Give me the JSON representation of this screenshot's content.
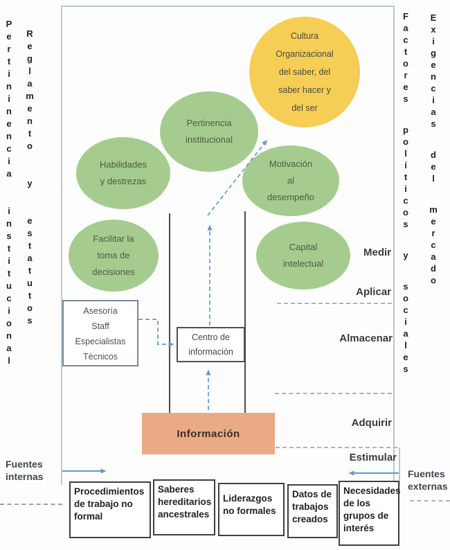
{
  "diagram": {
    "vertical_labels": {
      "left_outer": "Pertininencia institucional",
      "left_inner": "Reglamento y estatutos",
      "right_inner": "Factores políticos y sociales",
      "right_outer": "Exigencias del mercado"
    },
    "bubbles": [
      {
        "name": "cultura-organizacional",
        "text": "Cultura\nOrganizacional\ndel saber, del\nsaber hacer y\ndel ser"
      },
      {
        "name": "pertinencia-institucional",
        "text": "Pertinencia\ninstitucional"
      },
      {
        "name": "habilidades-destrezas",
        "text": "Habilidades\ny destrezas"
      },
      {
        "name": "motivacion-desempeno",
        "text": "Motivación\nal\ndesempeño"
      },
      {
        "name": "facilitar-toma-decisiones",
        "text": "Facilitar la\ntoma de\ndecisiones"
      },
      {
        "name": "capital-intelectual",
        "text": "Capital\nintelectual"
      }
    ],
    "boxes": {
      "asesoria": "Asesoría\nStaff\nEspecialistas\nTécnicos",
      "centro": "Centro de\ninformación",
      "informacion": "Información"
    },
    "process_labels": [
      "Medir",
      "Aplicar",
      "Almacenar",
      "Adquirir",
      "Estimular"
    ],
    "sources": {
      "internal": "Fuentes\ninternas",
      "external": "Fuentes\nexternas"
    },
    "bottom_boxes": [
      "Procedimientos\nde trabajo no\nformal",
      "Saberes\nhereditarios\nancestrales",
      "Liderazgos\nno formales",
      "Datos de\ntrabajos\ncreados",
      "Necesidades\nde los\ngrupos de\ninterés"
    ],
    "colors": {
      "bubble_green": "#A5CC8E",
      "bubble_yellow": "#F6CE55",
      "info_salmon": "#EAAA84",
      "arrow_blue": "#5B9BD5",
      "trunk_gray": "#4a4a4a",
      "frame_border": "#b9c9d6",
      "dashed_gray": "#a9b4bc",
      "green_text": "#4b5a44"
    }
  }
}
